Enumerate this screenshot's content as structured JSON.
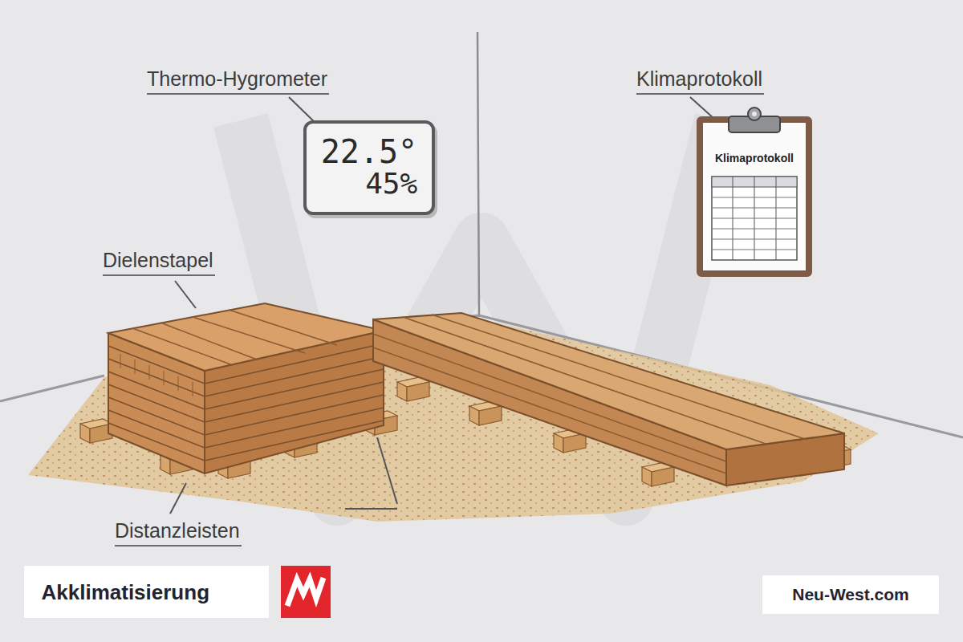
{
  "diagram": {
    "nodes": [
      {
        "text": [
          "22.5°",
          "45%"
        ]
      },
      {
        "text": [
          "Klimaprotokoll"
        ]
      },
      {
        "text": [
          "Akklimatisierung"
        ]
      },
      {
        "text": [
          "Neu-West.com"
        ]
      }
    ],
    "labels": [
      "Thermo-Hygrometer",
      "Klimaprotokoll",
      "Dielenstapel",
      "Distanzleisten"
    ]
  }
}
